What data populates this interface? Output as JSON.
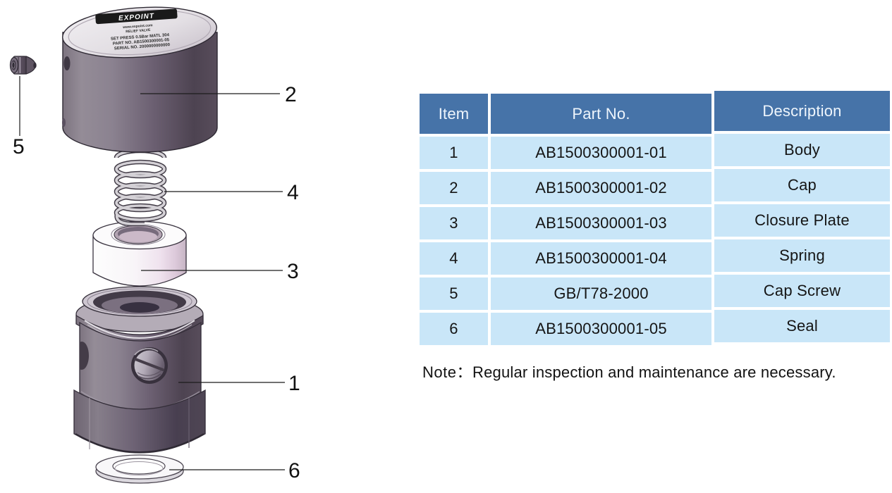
{
  "diagram": {
    "callouts": {
      "body": "1",
      "cap": "2",
      "closure_plate": "3",
      "spring": "4",
      "cap_screw": "5",
      "seal": "6"
    },
    "cap_engraving_approx": {
      "logo": "EXPOINT",
      "lines": [
        "www.expoint.com",
        "RELIEF VALVE",
        "SET PRESS 0.5Bar  MATL 304",
        "PART NO. AB1500300001-05",
        "SERIAL NO. 2000000000000"
      ]
    }
  },
  "table": {
    "headers": [
      "Item",
      "Part No.",
      "Description"
    ],
    "rows": [
      {
        "item": "1",
        "part_no": "AB1500300001-01",
        "description": "Body"
      },
      {
        "item": "2",
        "part_no": "AB1500300001-02",
        "description": "Cap"
      },
      {
        "item": "3",
        "part_no": "AB1500300001-03",
        "description": "Closure Plate"
      },
      {
        "item": "4",
        "part_no": "AB1500300001-04",
        "description": "Spring"
      },
      {
        "item": "5",
        "part_no": "GB/T78-2000",
        "description": "Cap Screw"
      },
      {
        "item": "6",
        "part_no": "AB1500300001-05",
        "description": "Seal"
      }
    ]
  },
  "note": {
    "label": "Note：",
    "text": "Regular inspection and maintenance are necessary."
  },
  "colors": {
    "table_header_bg": "#4673a8",
    "table_row_bg": "#c9e6f8",
    "table_header_text": "#eef5fc",
    "table_body_text": "#151515",
    "metal_dark": "#4f4553",
    "metal_light": "#948c97",
    "plate_white": "#f8f5f8"
  }
}
